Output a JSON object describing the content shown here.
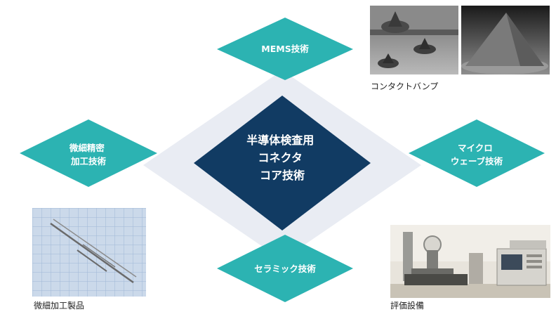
{
  "colors": {
    "center_fill": "#113b63",
    "satellite_fill": "#2cb3b2",
    "backdrop_fill": "#e9ecf3"
  },
  "center": {
    "lines": [
      "半導体検査用",
      "コネクタ",
      "コア技術"
    ]
  },
  "satellites": {
    "top": {
      "lines": [
        "MEMS技術"
      ]
    },
    "left": {
      "lines": [
        "微細精密",
        "加工技術"
      ]
    },
    "right": {
      "lines": [
        "マイクロ",
        "ウェーブ技術"
      ]
    },
    "bottom": {
      "lines": [
        "セラミック技術"
      ]
    }
  },
  "photos": {
    "contact_bump": {
      "caption": "コンタクトバンプ",
      "icon": "sem-bump-photo"
    },
    "micro_parts": {
      "caption": "微細加工製品",
      "icon": "micro-pins-photo"
    },
    "eval_equipment": {
      "caption": "評価設備",
      "icon": "lab-equipment-photo"
    }
  }
}
